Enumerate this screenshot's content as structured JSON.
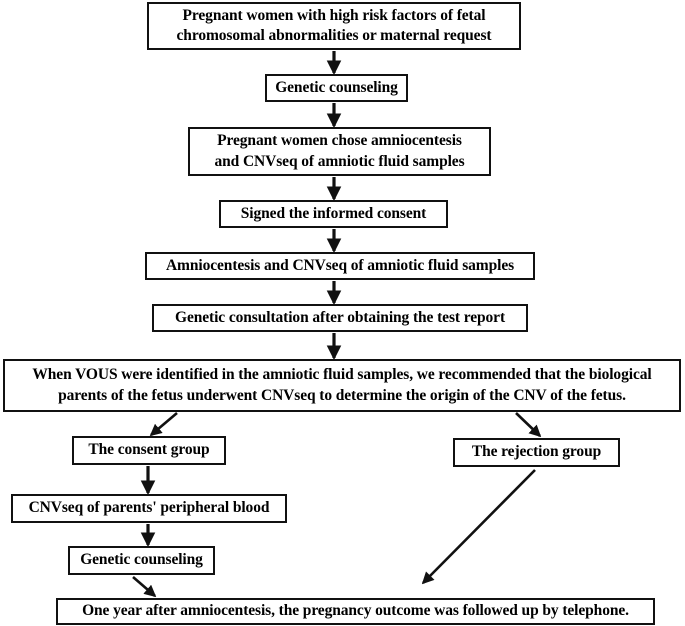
{
  "diagram": {
    "title": "Study flowchart of prenatal CNVseq and VOUS follow-up",
    "type": "flowchart",
    "background_color": "#ffffff",
    "stroke_color": "#111111",
    "text_color": "#000000",
    "nodes": [
      {
        "id": "start",
        "lines": [
          "Pregnant women with high risk factors of fetal",
          "chromosomal abnormalities or maternal request"
        ]
      },
      {
        "id": "genetic_counseling_1",
        "lines": [
          "Genetic counseling"
        ]
      },
      {
        "id": "chose_amniocentesis",
        "lines": [
          "Pregnant women chose amniocentesis",
          "and CNVseq of amniotic fluid samples"
        ]
      },
      {
        "id": "signed_consent",
        "lines": [
          "Signed the informed consent"
        ]
      },
      {
        "id": "amniocentesis_cnvseq",
        "lines": [
          "Amniocentesis and CNVseq of amniotic fluid samples"
        ]
      },
      {
        "id": "consultation_after_report",
        "lines": [
          "Genetic consultation after obtaining the test report"
        ]
      },
      {
        "id": "vous_recommendation",
        "lines": [
          "When VOUS were identified in the amniotic fluid samples, we recommended that the biological",
          "parents of the fetus underwent CNVseq to determine the origin of the CNV of the fetus."
        ]
      },
      {
        "id": "consent_group",
        "lines": [
          "The consent group"
        ]
      },
      {
        "id": "rejection_group",
        "lines": [
          "The rejection group"
        ]
      },
      {
        "id": "parents_peripheral_blood",
        "lines": [
          "CNVseq of parents' peripheral blood"
        ]
      },
      {
        "id": "genetic_counseling_2",
        "lines": [
          "Genetic counseling"
        ]
      },
      {
        "id": "outcome_followup",
        "lines": [
          "One year after amniocentesis, the pregnancy outcome was followed up by telephone."
        ]
      }
    ],
    "edges": [
      {
        "id": "start-to-gc1",
        "from": "start",
        "to": "genetic_counseling_1",
        "style": "straight-down-arrow"
      },
      {
        "id": "gc1-to-chose",
        "from": "genetic_counseling_1",
        "to": "chose_amniocentesis",
        "style": "straight-down-arrow"
      },
      {
        "id": "chose-to-signed",
        "from": "chose_amniocentesis",
        "to": "signed_consent",
        "style": "straight-down-arrow"
      },
      {
        "id": "signed-to-amnio",
        "from": "signed_consent",
        "to": "amniocentesis_cnvseq",
        "style": "straight-down-arrow"
      },
      {
        "id": "amnio-to-report",
        "from": "amniocentesis_cnvseq",
        "to": "consultation_after_report",
        "style": "straight-down-arrow"
      },
      {
        "id": "report-to-vous",
        "from": "consultation_after_report",
        "to": "vous_recommendation",
        "style": "straight-down-arrow"
      },
      {
        "id": "vous-to-consent-group",
        "from": "vous_recommendation",
        "to": "consent_group",
        "style": "diagonal-down-left-arrow"
      },
      {
        "id": "vous-to-rejection-group",
        "from": "vous_recommendation",
        "to": "rejection_group",
        "style": "diagonal-down-right-arrow"
      },
      {
        "id": "consent-group-to-blood",
        "from": "consent_group",
        "to": "parents_peripheral_blood",
        "style": "straight-down-arrow"
      },
      {
        "id": "blood-to-gc2",
        "from": "parents_peripheral_blood",
        "to": "genetic_counseling_2",
        "style": "straight-down-arrow"
      },
      {
        "id": "gc2-to-outcome",
        "from": "genetic_counseling_2",
        "to": "outcome_followup",
        "style": "short-diagonal-down-right-arrow"
      },
      {
        "id": "rejection-group-to-outcome",
        "from": "rejection_group",
        "to": "outcome_followup",
        "style": "long-diagonal-down-left-arrow"
      }
    ]
  }
}
